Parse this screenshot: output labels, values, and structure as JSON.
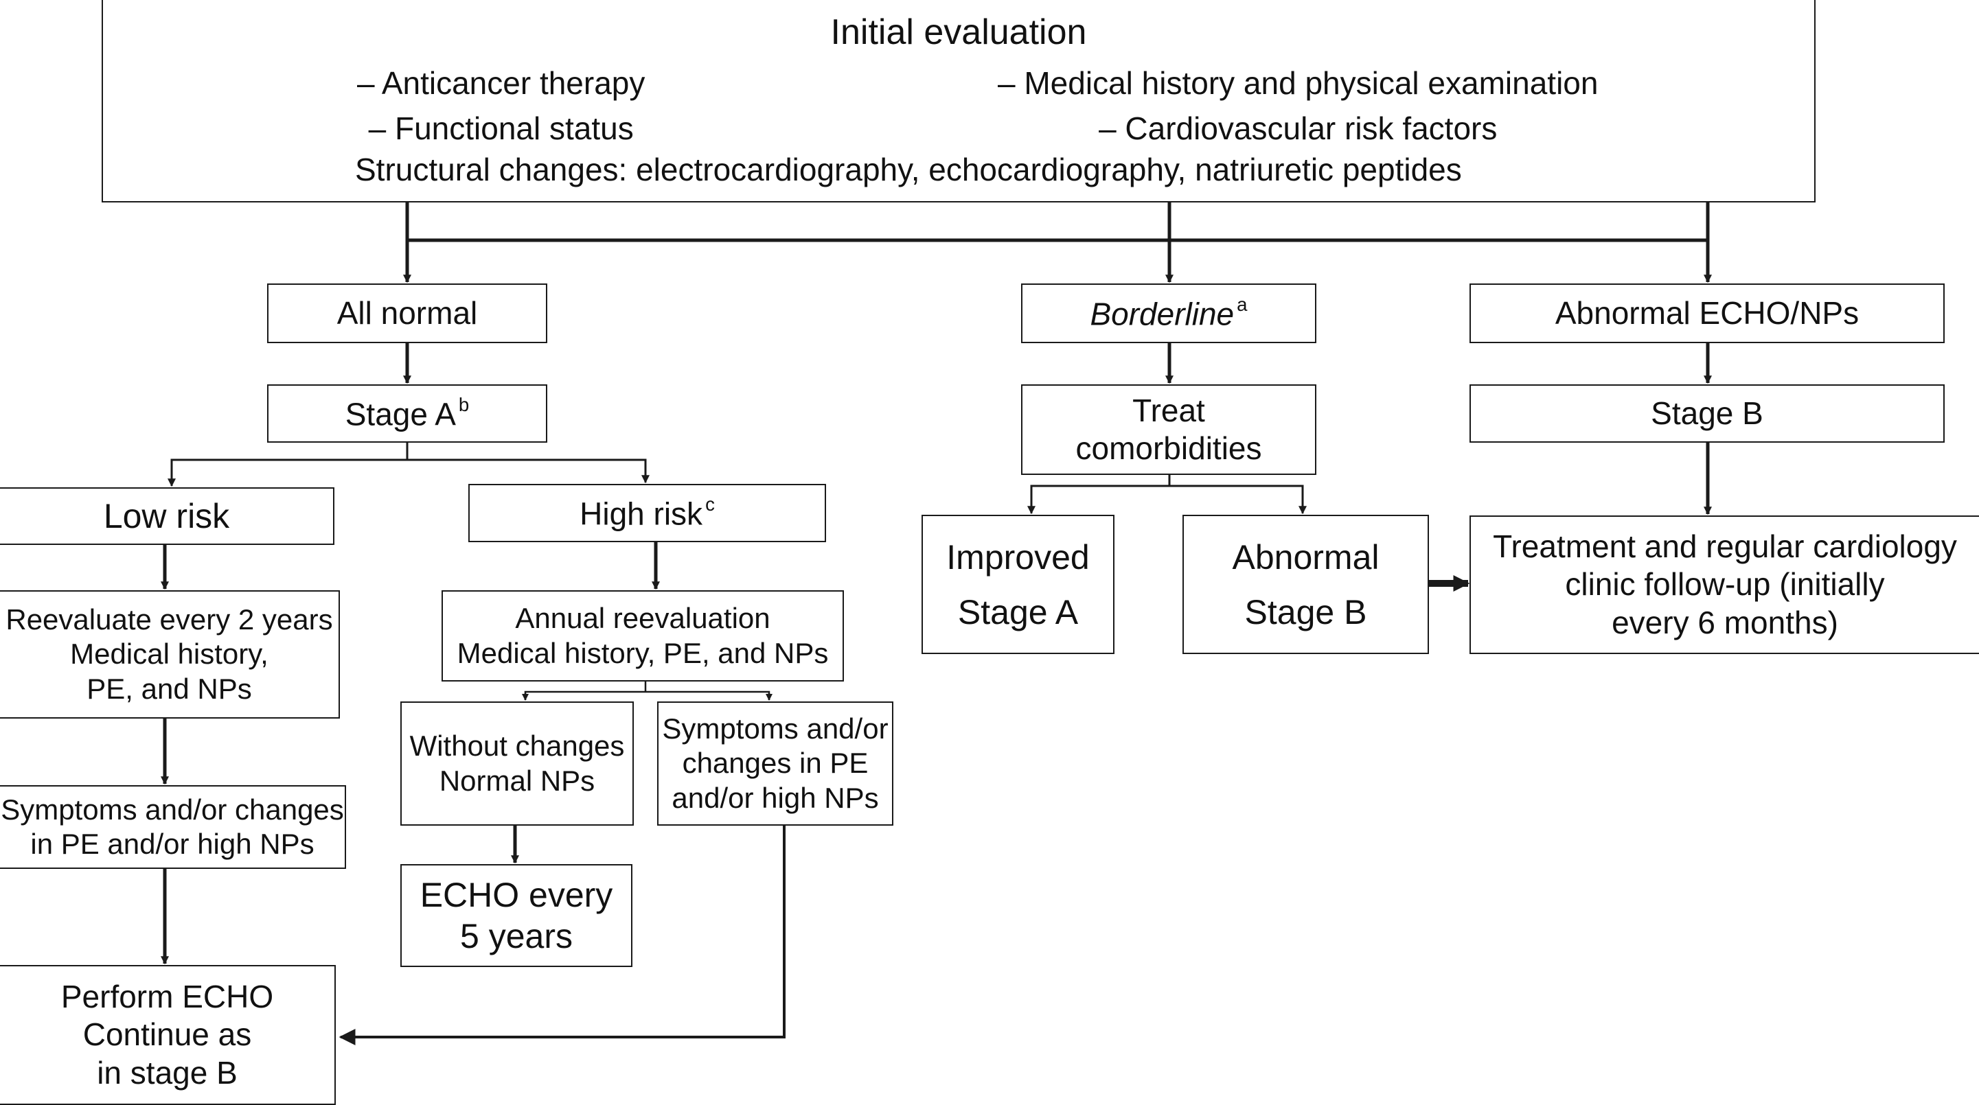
{
  "initial": {
    "title": "Initial evaluation",
    "left_items": [
      "– Anticancer therapy",
      "– Functional status"
    ],
    "right_items": [
      "– Medical history and physical examination",
      "– Cardiovascular risk factors"
    ],
    "structural": "Structural changes: electrocardiography, echocardiography, natriuretic peptides"
  },
  "branch_normal": {
    "result": "All normal",
    "stage": "Stage A",
    "stage_sup": "b",
    "low_risk": {
      "title": "Low risk",
      "reevaluate": [
        "Reevaluate every 2 years",
        "Medical history,",
        "PE, and NPs"
      ],
      "symptoms": [
        "Symptoms and/or changes",
        "in PE and/or high NPs"
      ],
      "perform": [
        "Perform ECHO",
        "Continue as",
        "in stage B"
      ]
    },
    "high_risk": {
      "title": "High risk",
      "title_sup": "c",
      "annual": [
        "Annual reevaluation",
        "Medical history, PE, and NPs"
      ],
      "without_changes": [
        "Without changes",
        "Normal NPs"
      ],
      "symptoms": [
        "Symptoms and/or",
        "changes in PE",
        "and/or high NPs"
      ],
      "echo": [
        "ECHO every",
        "5 years"
      ]
    }
  },
  "branch_borderline": {
    "result": "Borderline",
    "result_sup": "a",
    "treat": [
      "Treat",
      "comorbidities"
    ],
    "improved": [
      "Improved",
      "Stage A"
    ],
    "abnormal": [
      "Abnormal",
      "Stage B"
    ]
  },
  "branch_abnormal": {
    "result": "Abnormal ECHO/NPs",
    "stage": "Stage B",
    "treatment": [
      "Treatment and regular cardiology",
      "clinic follow-up (initially",
      "every 6 months)"
    ]
  }
}
